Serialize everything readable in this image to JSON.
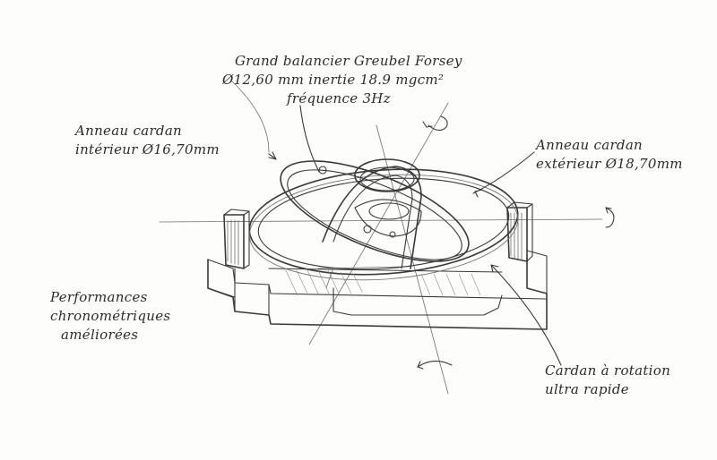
{
  "annotations": {
    "balance": {
      "line1": "Grand balancier Greubel Forsey",
      "line2": "Ø12,60 mm inertie 18.9 mgcm²",
      "line3": "fréquence 3Hz"
    },
    "inner_ring": {
      "line1": "Anneau cardan",
      "line2": "intérieur Ø16,70mm"
    },
    "outer_ring": {
      "line1": "Anneau cardan",
      "line2": "extérieur Ø18,70mm"
    },
    "performance": {
      "line1": "Performances",
      "line2": "chronométriques",
      "line3": "améliorées"
    },
    "fast_gimbal": {
      "line1": "Cardan à rotation",
      "line2": "ultra rapide"
    }
  },
  "colors": {
    "pencil": "#3a3a3a",
    "paper": "#fdfdfc"
  }
}
